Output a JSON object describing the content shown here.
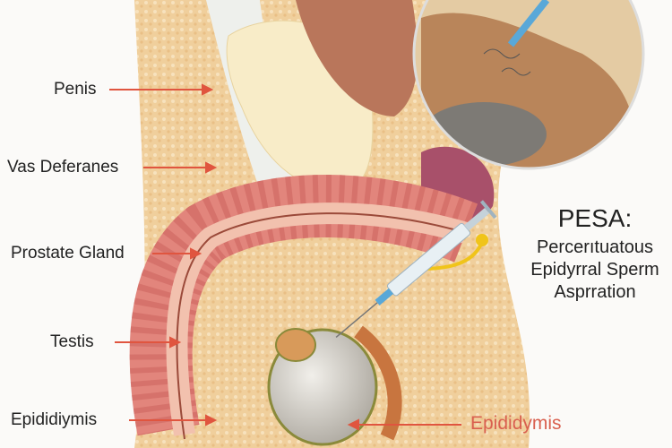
{
  "labels": {
    "penis": "Penis",
    "vas": "Vas Deferanes",
    "prostate": "Prostate Gland",
    "testis": "Testis",
    "epididymis_left": "Epididiymis",
    "epididymis_right": "Epididymis"
  },
  "title": {
    "heading": "PESA:",
    "line1": "Percerıtuatous",
    "line2": "Epidyrral Sperm",
    "line3": "Asprration"
  },
  "colors": {
    "arrow": "#e0553f",
    "tissue": "#f2d3a4",
    "muscle": "#d9706a",
    "testis": "#d8d2c8",
    "accent_text": "#d9604f"
  }
}
